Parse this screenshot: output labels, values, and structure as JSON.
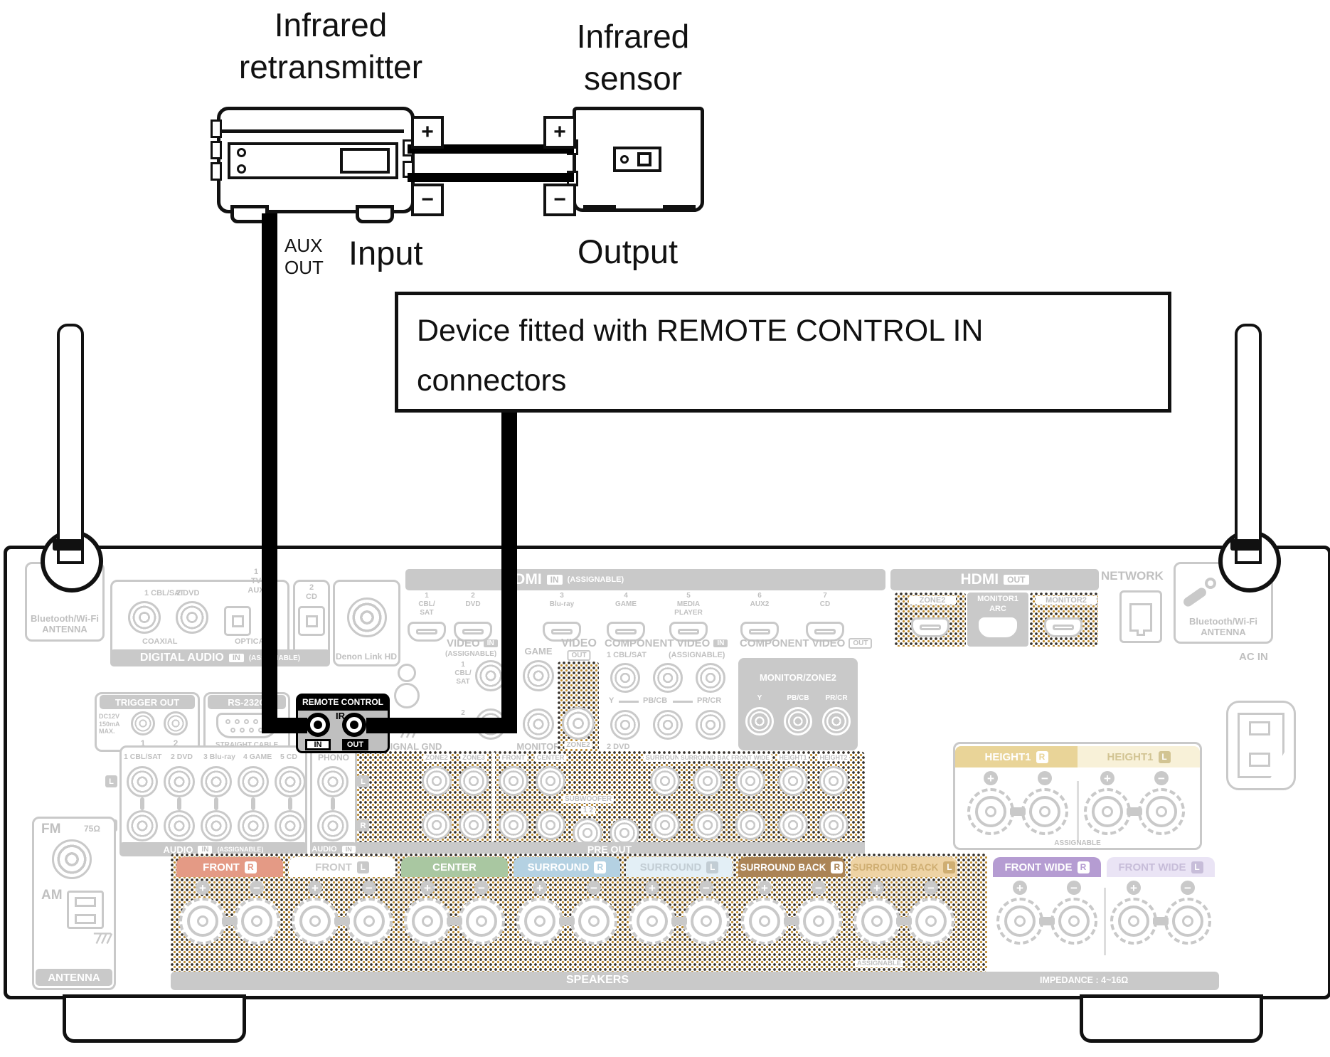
{
  "diagram": {
    "retransmitter_label": "Infrared\nretransmitter",
    "sensor_label": "Infrared\nsensor",
    "aux_out": "AUX\nOUT",
    "input_label": "Input",
    "output_label": "Output",
    "callout": "Device fitted with REMOTE CONTROL IN\nconnectors",
    "plus": "+",
    "minus": "−"
  },
  "receiver": {
    "bt_antenna": "Bluetooth/Wi-Fi\nANTENNA",
    "ac_in": "AC IN",
    "network": "NETWORK",
    "denon_link": "Denon Link HD",
    "digital_audio": {
      "title": "DIGITAL AUDIO",
      "in": "IN",
      "assignable": "(ASSIGNABLE)",
      "coax1": "1 CBL/SAT",
      "coax2": "2 DVD",
      "coaxial": "COAXIAL",
      "opt1": "1\nTV\nAUX",
      "opt2": "2\nCD",
      "optical": "OPTICAL"
    },
    "hdmi_in": {
      "title": "HDMI",
      "in": "IN",
      "assignable": "(ASSIGNABLE)",
      "p1": "1\nCBL/\nSAT",
      "p2": "2\nDVD",
      "p3": "3\nBlu-ray",
      "p4": "4\nGAME",
      "p5": "5\nMEDIA\nPLAYER",
      "p6": "6\nAUX2",
      "p7": "7\nCD"
    },
    "hdmi_out": {
      "title": "HDMI",
      "out": "OUT",
      "zone2": "ZONE2",
      "monitor1": "MONITOR1",
      "arc": "ARC",
      "monitor2": "MONITOR2"
    },
    "trigger": {
      "title": "TRIGGER OUT",
      "spec": "DC12V\n150mA\nMAX.",
      "n1": "1",
      "n2": "2"
    },
    "rs232": {
      "title": "RS-232C",
      "note": "STRAIGHT CABLE"
    },
    "remote": {
      "title": "REMOTE CONTROL",
      "ir": "IR",
      "in": "IN",
      "out": "OUT"
    },
    "signal_gnd": "SIGNAL GND",
    "video": {
      "title": "VIDEO",
      "in": "IN",
      "out": "OUT",
      "assignable": "(ASSIGNABLE)",
      "in1": "1\nCBL/\nSAT",
      "in2": "2\nDVD",
      "game": "GAME",
      "monitor": "MONITOR",
      "zone2": "ZONE2"
    },
    "comp_in": {
      "title": "COMPONENT VIDEO",
      "in": "IN",
      "assignable": "(ASSIGNABLE)",
      "r1": "1 CBL/SAT",
      "y": "Y",
      "pb": "PB/CB",
      "pr": "PR/CR",
      "r2": "2 DVD"
    },
    "comp_out": {
      "title": "COMPONENT VIDEO",
      "out": "OUT",
      "mz": "MONITOR/ZONE2",
      "y": "Y",
      "pb": "PB/CB",
      "pr": "PR/CR"
    },
    "pre_out": {
      "z2": "ZONE2",
      "z3": "ZONE3",
      "front": "FRONT",
      "center": "CENTER",
      "sur": "SURROUND",
      "sb": "SURROUND BACK",
      "fw": "FRONT WIDE",
      "h1": "HEIGHT1",
      "h2": "HEIGHT2",
      "sw": "SUBWOOFER",
      "swn": "1 2",
      "l": "L",
      "r": "R",
      "title": "PRE OUT"
    },
    "audio": {
      "a1": "1 CBL/SAT",
      "a2": "2 DVD",
      "a3": "3 Blu-ray",
      "a4": "4 GAME",
      "a5": "5 CD",
      "phono": "PHONO",
      "l": "L",
      "r": "R",
      "title": "AUDIO",
      "in": "IN",
      "assignable": "(ASSIGNABLE)"
    },
    "tuner": {
      "fm": "FM",
      "ohm": "75Ω",
      "am": "AM",
      "antenna": "ANTENNA"
    },
    "height1": {
      "r_label": "HEIGHT1",
      "r_chip": "R",
      "l_label": "HEIGHT1",
      "l_chip": "L",
      "assignable": "ASSIGNABLE",
      "r_color": "#e9d498",
      "l_color": "#f8f1d8",
      "l_text": "#d2c493"
    },
    "speakers": {
      "bar": "SPEAKERS",
      "impedance": "IMPEDANCE : 4~16Ω",
      "assignable": "ASSIGNABLE",
      "plus": "+",
      "minus": "−",
      "ch": [
        {
          "label": "FRONT",
          "chip": "R",
          "bg": "#e49a85",
          "fg": "#ffffff",
          "chip_bg": "#ffffff",
          "chip_fg": "#e49a85"
        },
        {
          "label": "FRONT",
          "chip": "L",
          "bg": "#ffffff",
          "fg": "#c9c9c9",
          "chip_bg": "#c9c9c9",
          "chip_fg": "#ffffff"
        },
        {
          "label": "CENTER",
          "chip": "",
          "bg": "#a9c7a1",
          "fg": "#ffffff",
          "chip_bg": "",
          "chip_fg": ""
        },
        {
          "label": "SURROUND",
          "chip": "R",
          "bg": "#b4d1e2",
          "fg": "#ffffff",
          "chip_bg": "#ffffff",
          "chip_fg": "#b4d1e2"
        },
        {
          "label": "SURROUND",
          "chip": "L",
          "bg": "#e3eff6",
          "fg": "#c2cdd4",
          "chip_bg": "#c2cdd4",
          "chip_fg": "#ffffff"
        },
        {
          "label": "SURROUND BACK",
          "chip": "R",
          "bg": "#ab8456",
          "fg": "#ffffff",
          "chip_bg": "#ffffff",
          "chip_fg": "#ab8456"
        },
        {
          "label": "SURROUND BACK",
          "chip": "L",
          "bg": "#eed3a4",
          "fg": "#cfae72",
          "chip_bg": "#cfae72",
          "chip_fg": "#ffffff"
        },
        {
          "label": "FRONT WIDE",
          "chip": "R",
          "bg": "#b59cd2",
          "fg": "#ffffff",
          "chip_bg": "#ffffff",
          "chip_fg": "#b59cd2"
        },
        {
          "label": "FRONT WIDE",
          "chip": "L",
          "bg": "#eae4f5",
          "fg": "#c7bdd9",
          "chip_bg": "#c7bdd9",
          "chip_fg": "#ffffff"
        }
      ]
    }
  },
  "colors": {
    "cable": "#000000",
    "highlight": "#000000",
    "faded_line": "#c9c9c9",
    "faded_text": "#c0c0c0",
    "remote_body": "#bfbfbf",
    "hatch_dot": "#35302a",
    "hatch_accent": "#bd8d33"
  }
}
